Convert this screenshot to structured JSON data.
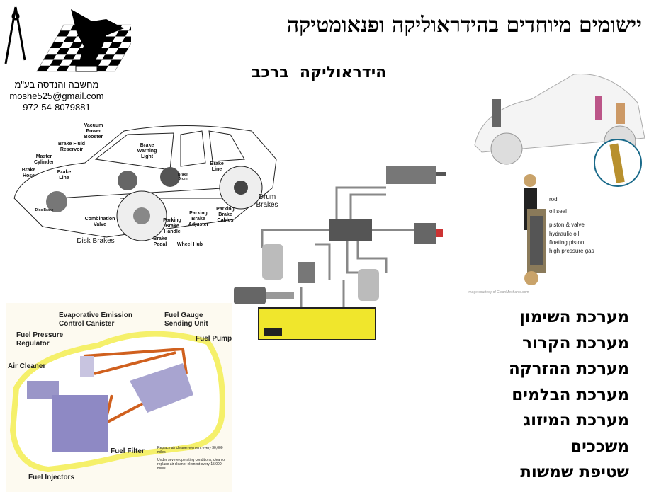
{
  "header": {
    "title": "יישומים מיוחדים בהידראוליקה ופנאומטיקה",
    "subtitle": "הידראוליקה  ברכב"
  },
  "logo": {
    "company": "מחשבה והנדסה בע\"מ",
    "email": "moshe525@gmail.com",
    "phone": "972-54-8079881"
  },
  "brake_diagram": {
    "labels": [
      "Vacuum Power Booster",
      "Brake Fluid Reservoir",
      "Master Cylinder",
      "Brake Warning Light",
      "Brake Hose",
      "Brake Line",
      "Brake Line",
      "Brake Drum",
      "Disc Brake",
      "Combination Valve",
      "Parking Brake Handle",
      "Parking Brake Adjuster",
      "Parking Brake Cables",
      "Brake Pedal",
      "Wheel Hub"
    ],
    "disk": "Disk Brakes",
    "drum": "Drum Brakes"
  },
  "fuel_diagram": {
    "labels": [
      "Evaporative Emission Control Canister",
      "Fuel Pressure Regulator",
      "Fuel Gauge Sending Unit",
      "Fuel Pump",
      "Air Cleaner",
      "Fuel Filter",
      "Fuel Injectors"
    ],
    "notes": [
      "Replace air cleaner element every 30,000 miles",
      "Under severe operating conditions, clean or replace air cleaner element every 15,000 miles"
    ]
  },
  "shock_diagram": {
    "labels": [
      "rod",
      "oil seal",
      "piston & valve",
      "hydraulic oil",
      "floating piston",
      "high pressure gas"
    ],
    "credit": "Image courtesy of CleanMechanic.com"
  },
  "systems": [
    "מערכת השימון",
    "מערכת הקרור",
    "מערכת ההזרקה",
    "מערכת הבלמים",
    "מערכת המיזוג",
    "משככים",
    "שטיפת שמשות"
  ]
}
